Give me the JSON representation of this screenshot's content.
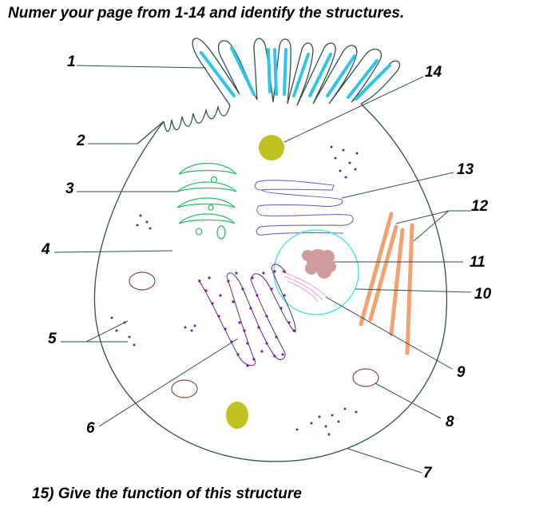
{
  "title": "Numer your page from 1-14 and identify the structures.",
  "question": "15) Give the function of this structure",
  "labels": [
    "1",
    "2",
    "3",
    "4",
    "5",
    "6",
    "7",
    "8",
    "9",
    "10",
    "11",
    "12",
    "13",
    "14"
  ],
  "colors": {
    "outline": "#2f4f4f",
    "microvilli_fill": "#2ec5e8",
    "golgi": "#2ebd6b",
    "er": "#5a5ac8",
    "nucleus": "#40e0e0",
    "chromatin": "#c88a8a",
    "microfilament": "#f4a070",
    "lysosome": "#c0c020",
    "vesicle": "#8b4a4a",
    "ribosome": "#7a1aa0"
  }
}
